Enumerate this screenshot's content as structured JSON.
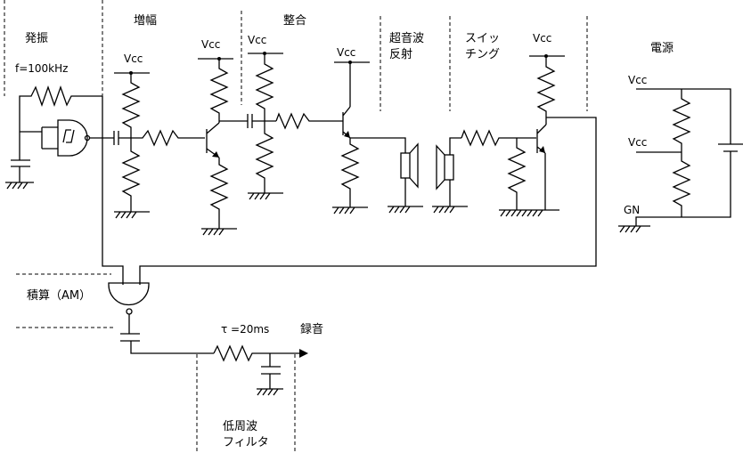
{
  "sections": {
    "oscillator": "発振",
    "amplifier": "増幅",
    "matching": "整合",
    "ultrasonic_reflection_line1": "超音波",
    "ultrasonic_reflection_line2": "反射",
    "switching_line1": "スイッ",
    "switching_line2": "チング",
    "power_supply": "電源",
    "multiplier": "積算（AM）",
    "lowpass_line1": "低周波",
    "lowpass_line2": "フィルタ",
    "recording": "録音"
  },
  "labels": {
    "frequency": "f=100kHz",
    "tau": "τ =20ms",
    "vcc": "Vcc",
    "gnd": "GN"
  }
}
